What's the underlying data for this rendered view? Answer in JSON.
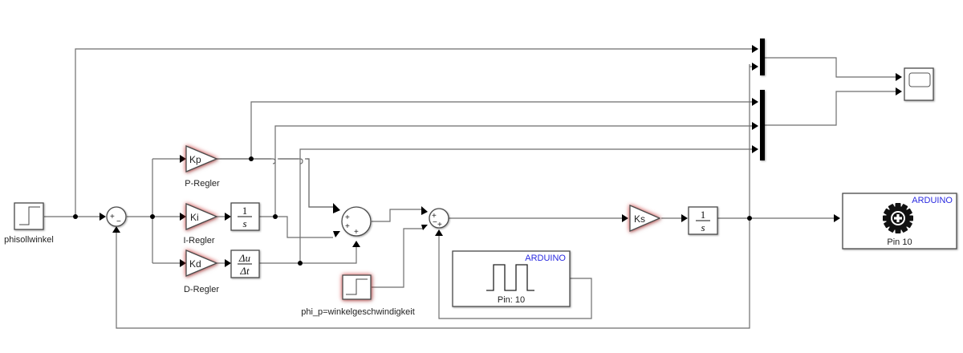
{
  "diagram": {
    "title": "PID controller Simulink model with Arduino I/O",
    "blocks": {
      "step_setpoint": {
        "label": "phisollwinkel",
        "type": "step"
      },
      "sum_error": {
        "signs": [
          "+",
          "−"
        ]
      },
      "gain_p": {
        "gain": "Kp",
        "label": "P-Regler"
      },
      "gain_i": {
        "gain": "Ki",
        "label": "I-Regler"
      },
      "gain_d": {
        "gain": "Kd",
        "label": "D-Regler"
      },
      "integrator_i": {
        "num": "1",
        "den": "s"
      },
      "derivative_d": {
        "num": "Δu",
        "den": "Δt"
      },
      "sum_pid": {
        "signs": [
          "+",
          "+",
          "+"
        ]
      },
      "step_velocity": {
        "label": "phi_p=winkelgeschwindigkeit",
        "type": "step"
      },
      "sum_plant": {
        "signs": [
          "+",
          "−",
          "+"
        ]
      },
      "gain_s": {
        "gain": "Ks"
      },
      "integrator_plant": {
        "num": "1",
        "den": "s"
      },
      "arduino_pwm_in": {
        "brand": "ARDUINO",
        "pin_label": "Pin: 10"
      },
      "arduino_out": {
        "brand": "ARDUINO",
        "pin_label": "Pin 10"
      },
      "mux_top": {
        "inputs": 2
      },
      "mux_bottom": {
        "inputs": 3
      },
      "scope": {
        "inputs": 2
      }
    }
  }
}
